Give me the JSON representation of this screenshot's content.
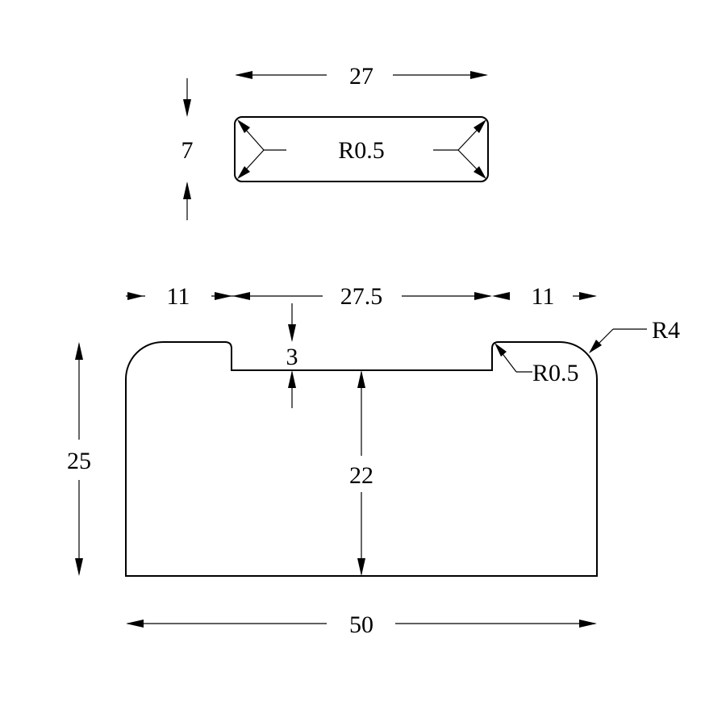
{
  "key_plate": {
    "width_label": "27",
    "height_label": "7",
    "radius_label": "R0.5"
  },
  "profile": {
    "left_width_label": "11",
    "slot_width_label": "27.5",
    "right_width_label": "11",
    "slot_depth_label": "3",
    "inner_height_label": "22",
    "total_height_label": "25",
    "total_width_label": "50",
    "corner_radius_label": "R4",
    "slot_radius_label": "R0.5"
  },
  "colors": {
    "line": "#000000",
    "background": "#ffffff"
  }
}
